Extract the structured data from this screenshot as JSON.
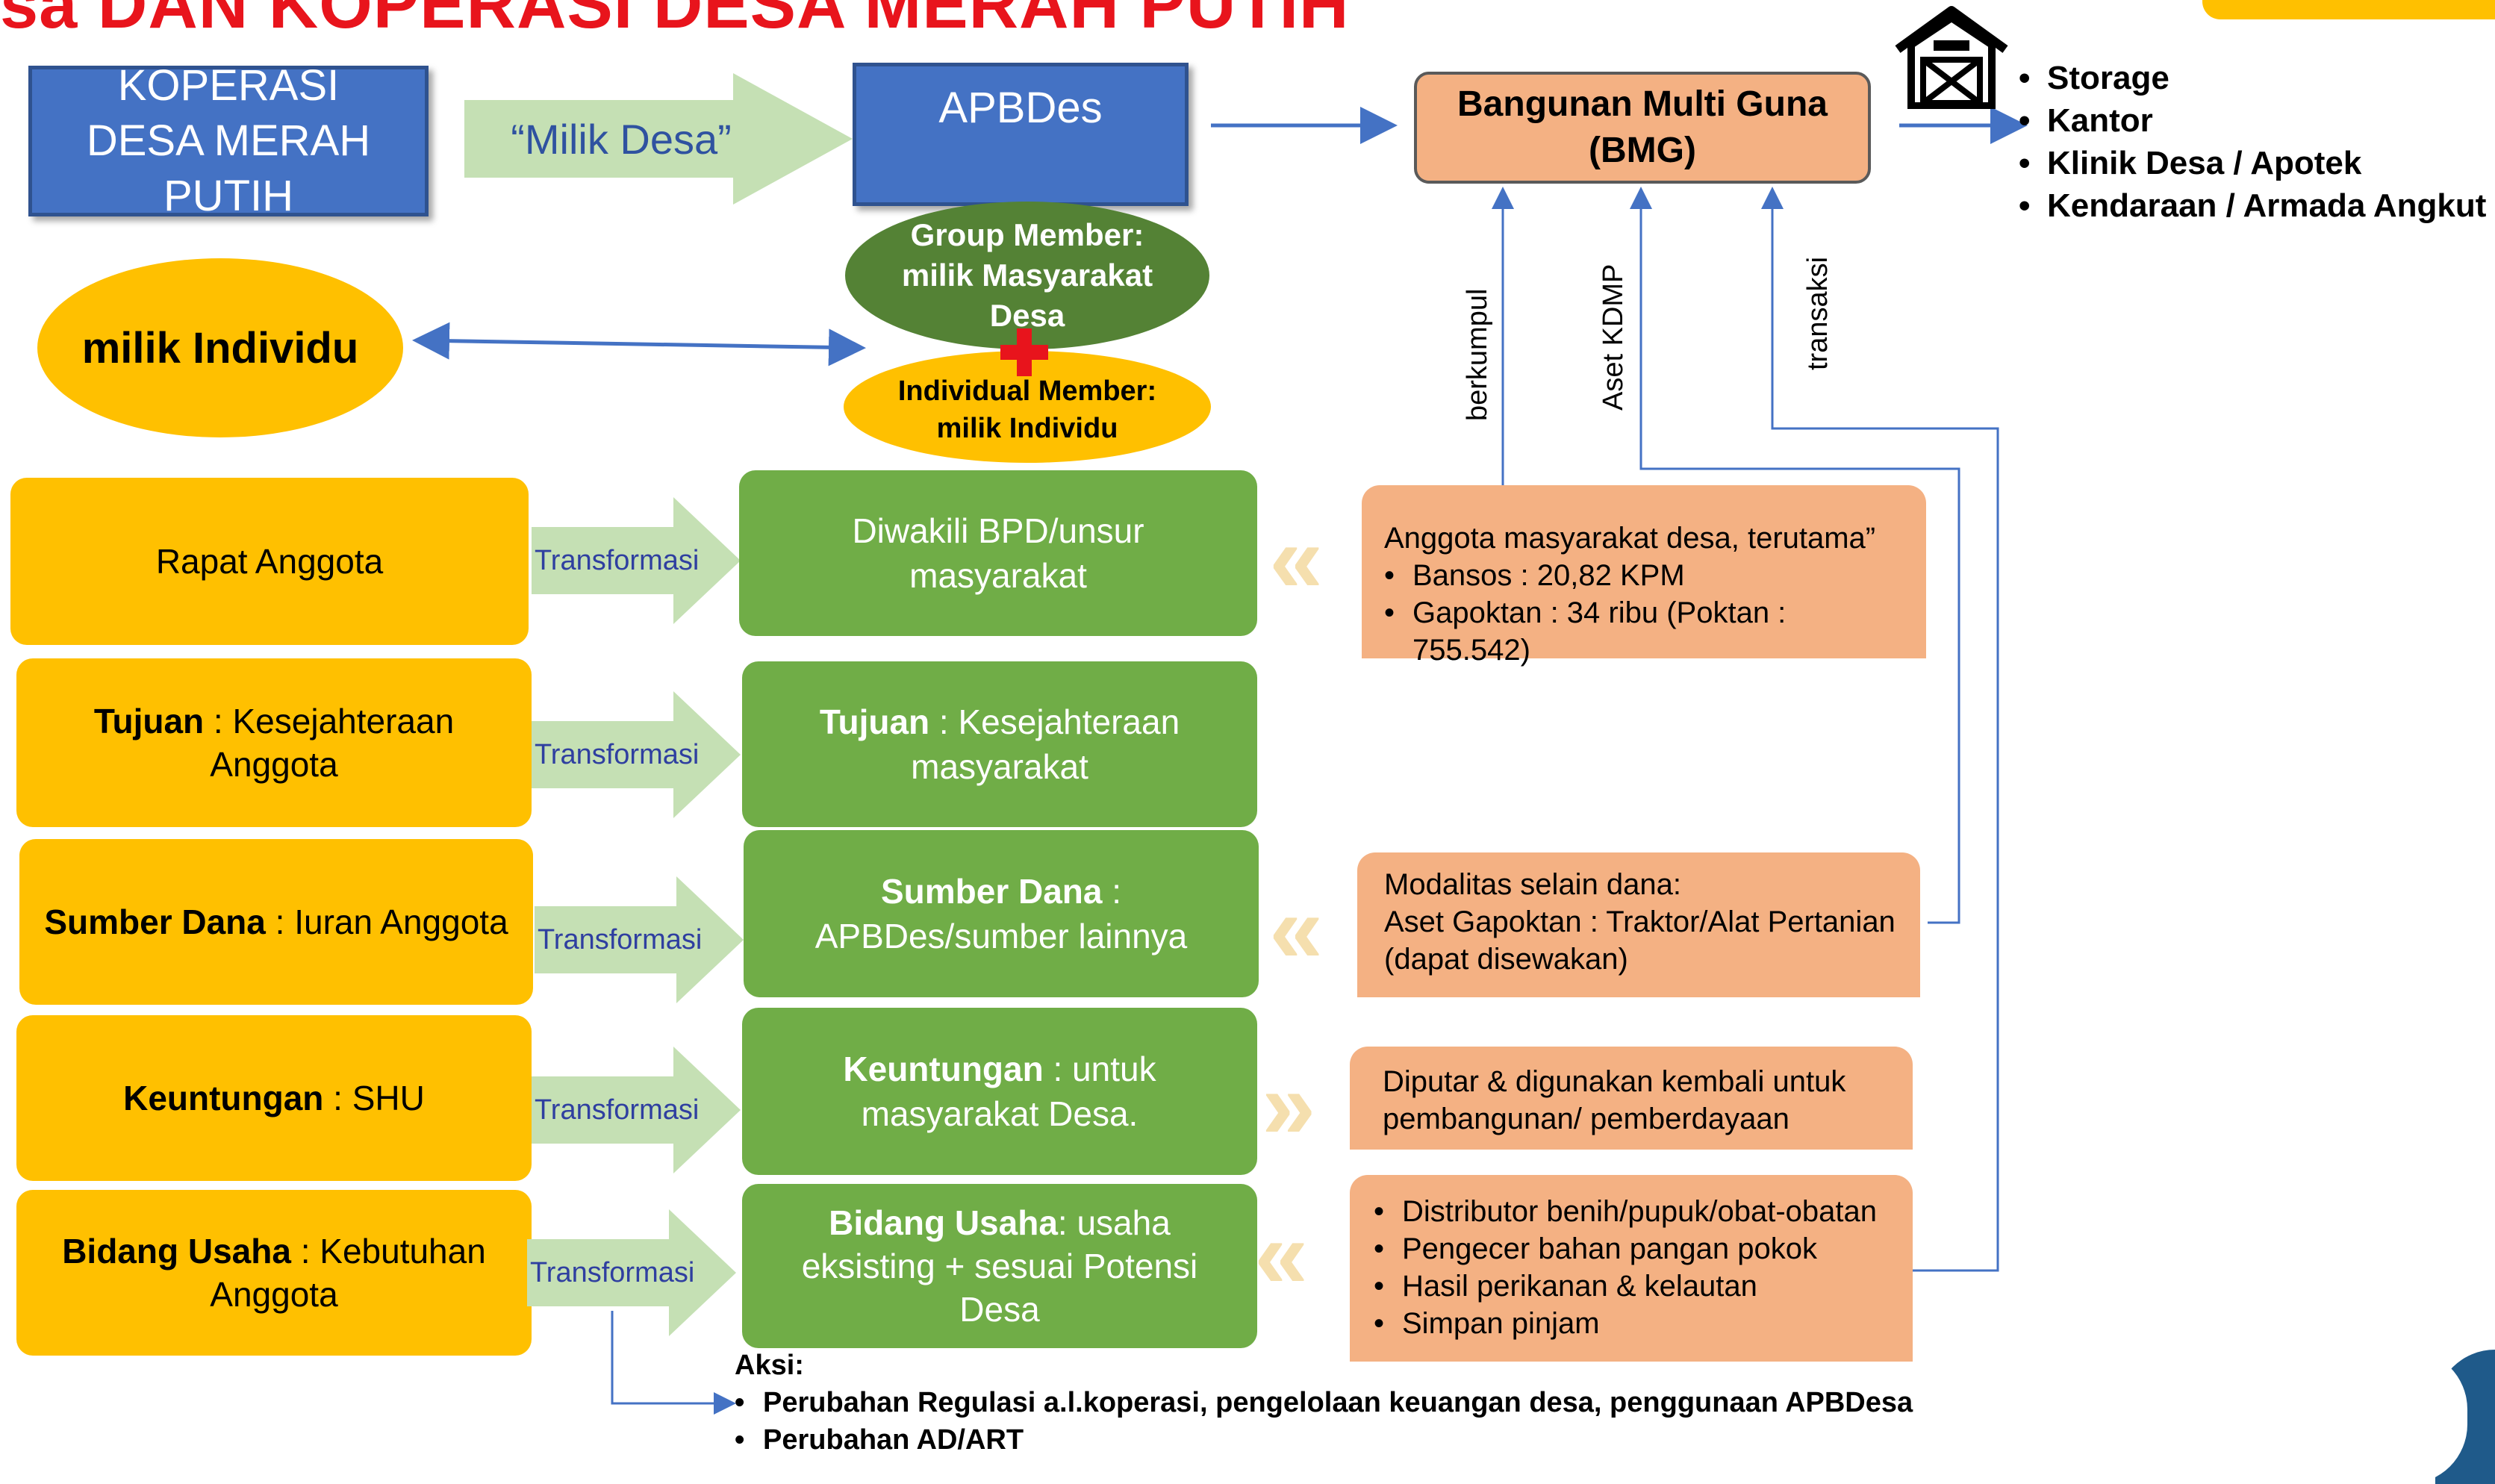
{
  "title": "sa DAN KOPERASI DESA MERAH PUTIH",
  "top": {
    "kdmp": "KOPERASI DESA MERAH PUTIH",
    "milik_desa": "“Milik Desa”",
    "apbdes": "APBDes",
    "bmg": "Bangunan Multi Guna (BMG)",
    "bmg_items": [
      "Storage",
      "Kantor",
      "Klinik Desa / Apotek",
      "Kendaraan / Armada Angkut"
    ],
    "group_member": "Group Member: milik Masyarakat Desa",
    "individual_member": "Individual Member: milik Individu",
    "milik_individu": "milik Individu",
    "labels": {
      "berkumpul": "berkumpul",
      "aset": "Aset KDMP",
      "transaksi": "transaksi"
    }
  },
  "rows": [
    {
      "left_bold": "",
      "left_text": "Rapat Anggota",
      "transform": "Transformasi",
      "right_bold": "",
      "right_text": "Diwakili BPD/unsur masyarakat"
    },
    {
      "left_bold": "Tujuan",
      "left_text": " : Kesejahteraan Anggota",
      "transform": "Transformasi",
      "right_bold": "Tujuan",
      "right_text": " : Kesejahteraan masyarakat"
    },
    {
      "left_bold": "Sumber Dana",
      "left_text": " : Iuran Anggota",
      "transform": "Transformasi",
      "right_bold": "Sumber Dana",
      "right_text": " : APBDes/sumber lainnya"
    },
    {
      "left_bold": "Keuntungan",
      "left_text": " : SHU",
      "transform": "Transformasi",
      "right_bold": "Keuntungan",
      "right_text": " : untuk masyarakat Desa."
    },
    {
      "left_bold": "Bidang Usaha",
      "left_text": " : Kebutuhan Anggota",
      "transform": "Transformasi",
      "right_bold": "Bidang Usaha",
      "right_text": ": usaha eksisting + sesuai Potensi Desa"
    }
  ],
  "notes": {
    "anggota": {
      "heading": "Anggota masyarakat desa, terutama”",
      "items": [
        "Bansos : 20,82 KPM",
        "Gapoktan : 34 ribu (Poktan : 755.542)"
      ]
    },
    "modalitas": {
      "lines": [
        "Modalitas selain dana:",
        "Aset Gapoktan : Traktor/Alat Pertanian",
        "(dapat disewakan)"
      ]
    },
    "diputar": {
      "lines": [
        "Diputar & digunakan kembali untuk",
        "pembangunan/ pemberdayaan"
      ]
    },
    "distributor": {
      "items": [
        "Distributor benih/pupuk/obat-obatan",
        "Pengecer bahan pangan pokok",
        "Hasil perikanan & kelautan",
        "Simpan pinjam"
      ]
    }
  },
  "aksi": {
    "heading": "Aksi:",
    "items": [
      "Perubahan Regulasi a.l.koperasi, pengelolaan keuangan desa, penggunaan APBDesa",
      "Perubahan AD/ART"
    ]
  },
  "colors": {
    "gold": "#ffc000",
    "green": "#70ad47",
    "peach": "#f4b183",
    "blue": "#4472c4",
    "red": "#e8141c"
  },
  "icons": [
    "barn-icon",
    "plus-icon",
    "chevron-left-double-icon",
    "chevron-right-double-icon"
  ]
}
